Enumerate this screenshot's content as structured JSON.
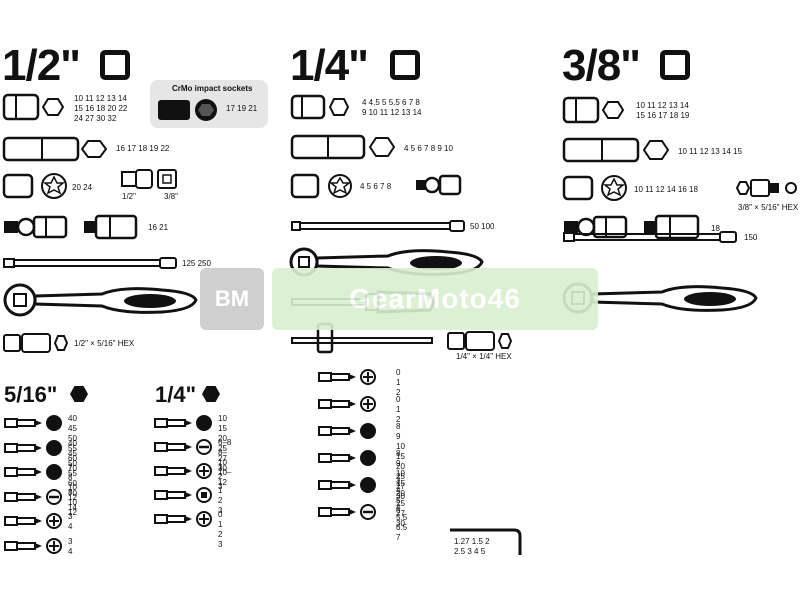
{
  "headings": {
    "half": "1/2\"",
    "quarter": "1/4\"",
    "three_eighths": "3/8\"",
    "five_sixteenths_bits": "5/16\"",
    "quarter_bits": "1/4\""
  },
  "crmo": {
    "title": "CrMo impact sockets",
    "sizes": "17  19  21"
  },
  "half": {
    "short_sockets": "10  11  12  13  14\n15  16  18  20  22\n24  27  30  32",
    "deep_sockets": "16  17  18  19  22",
    "torx_sockets": "20  24",
    "adapter_1": "1/2\"",
    "adapter_2": "3/8\"",
    "deep_torx": "16  21",
    "extension": "125  250",
    "hex_adapter": "1/2\" × 5/16\" HEX"
  },
  "quarter": {
    "short_sockets": "4  4.5  5  5.5  6  7  8\n9  10  11  12  13  14",
    "deep_sockets": "4  5  6  7  8  9  10",
    "torx_sockets": "4  5  6  7  8",
    "extension": "50  100",
    "hex_adapter": "1/4\" × 1/4\" HEX"
  },
  "three_eighths": {
    "short_sockets": "10  11  12  13  14\n15  16  17  18  19",
    "deep_sockets": "10  11  12  13  14  15",
    "torx_sockets": "10  11  12  14  16  18",
    "hex_adapter": "3/8\" × 5/16\" HEX",
    "deep_torx": "18",
    "extension": "150"
  },
  "bits_5_16": [
    {
      "label": "40  45  50\n55  60  70"
    },
    {
      "label": "40  45  50\n55  60  70"
    },
    {
      "label": "7  8  10  12  14"
    },
    {
      "label": "8  10  12"
    },
    {
      "label": "3  4"
    },
    {
      "label": "3  4"
    }
  ],
  "bits_1_4": [
    {
      "label": "10  15  20\n25  27  30"
    },
    {
      "label": "6–8  8–10\n10–12"
    },
    {
      "label": "1  2  3"
    },
    {
      "label": "1  2  3"
    },
    {
      "label": "0  1  2  3"
    }
  ],
  "center_bits": [
    {
      "label": "0  1  2"
    },
    {
      "label": "0  1  2"
    },
    {
      "label": "8  9  10  15  20  25  27  30"
    },
    {
      "label": "8  9  10  15  20  25  27  30"
    },
    {
      "label": "3  4  5  6"
    },
    {
      "label": "4  5.5  6.5  7"
    }
  ],
  "hex_keys": "1.27  1.5  2\n2.5  3  4  5",
  "watermark": {
    "short": "BM",
    "long": "GearMoto46"
  }
}
